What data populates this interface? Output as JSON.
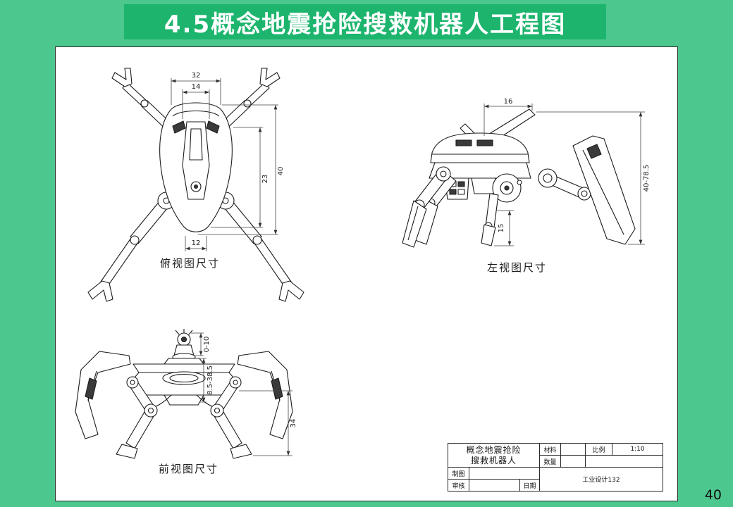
{
  "slide": {
    "background_color": "#4cc78e",
    "page_number": "40"
  },
  "banner": {
    "title": "4.5概念地震抢险搜救机器人工程图",
    "color": "#1db56e",
    "text_color": "#ffffff"
  },
  "views": {
    "top": {
      "label": "俯视图尺寸",
      "dims": {
        "outer_width": "32",
        "inner_width": "14",
        "outer_height": "40",
        "inner_height": "23",
        "tail_width": "12"
      }
    },
    "left": {
      "label": "左视图尺寸",
      "dims": {
        "fin_width": "16",
        "height_range": "40-78.5",
        "leg_clearance": "15"
      }
    },
    "front": {
      "label": "前视图尺寸",
      "dims": {
        "head_range": "0-10",
        "mast_range": "8.5-38.5",
        "body_height": "34"
      }
    }
  },
  "title_block": {
    "name_line1": "概念地震抢险",
    "name_line2": "搜救机器人",
    "material_label": "材料",
    "quantity_label": "数量",
    "scale_label": "比例",
    "scale_value": "1:10",
    "draft_label": "制图",
    "review_label": "审核",
    "date_label": "日期",
    "team": "工业设计132"
  }
}
